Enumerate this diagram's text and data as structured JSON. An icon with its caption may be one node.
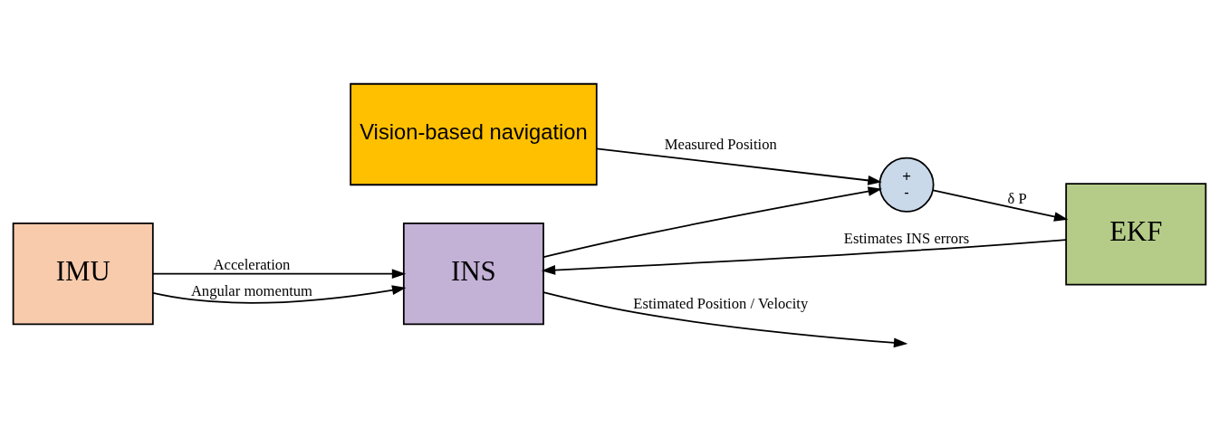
{
  "diagram": {
    "nodes": [
      {
        "text": [
          "IMU"
        ]
      },
      {
        "text": [
          "INS"
        ]
      },
      {
        "text": [
          "+",
          "-"
        ]
      },
      {
        "text": [
          "EKF"
        ]
      },
      {
        "text": [
          "Vision-based navigation"
        ]
      }
    ],
    "edges": [
      {
        "from": 0,
        "to": 1,
        "arrow": "to",
        "label": "Acceleration"
      },
      {
        "from": 0,
        "to": 1,
        "arrow": "to",
        "label": "Angular momentum"
      },
      {
        "from": 1,
        "to": null,
        "arrow": "to",
        "label": "Estimated Position / Velocity"
      },
      {
        "from": 1,
        "to": 2,
        "arrow": "to"
      },
      {
        "from": 4,
        "to": 2,
        "arrow": "to",
        "label": "Measured Position"
      },
      {
        "from": 2,
        "to": 3,
        "arrow": "to",
        "label": "δ P"
      },
      {
        "from": 3,
        "to": 1,
        "arrow": "to",
        "label": "Estimates INS errors"
      }
    ]
  }
}
